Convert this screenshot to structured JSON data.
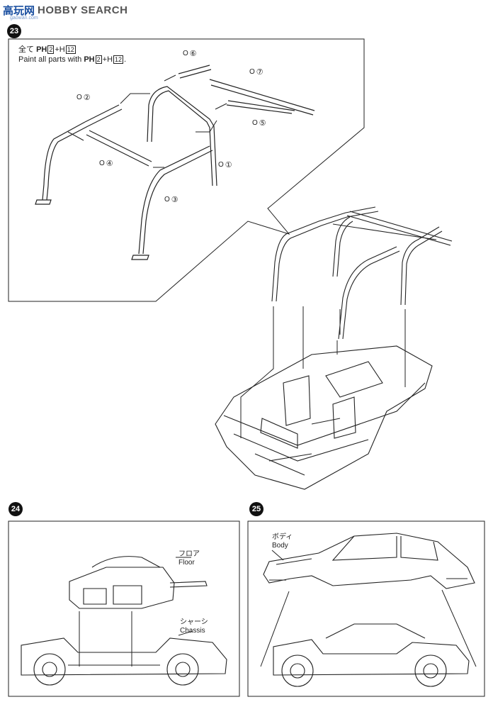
{
  "watermark": {
    "brand_cn": "高玩网",
    "brand_en": "HOBBY SEARCH",
    "url": "gaowan.com"
  },
  "step23": {
    "number": "23",
    "instruction_jp": "全て",
    "instruction_en": "Paint all parts with",
    "paint_prefix": "PH",
    "paint_code_a": "2",
    "paint_join": "+",
    "paint_prefix_b": "H",
    "paint_code_b": "12",
    "parts": [
      {
        "prefix": "O",
        "num": "①"
      },
      {
        "prefix": "O",
        "num": "②"
      },
      {
        "prefix": "O",
        "num": "③"
      },
      {
        "prefix": "O",
        "num": "④"
      },
      {
        "prefix": "O",
        "num": "⑤"
      },
      {
        "prefix": "O",
        "num": "⑥"
      },
      {
        "prefix": "O",
        "num": "⑦"
      }
    ]
  },
  "step24": {
    "number": "24",
    "floor_jp": "フロア",
    "floor_en": "Floor",
    "chassis_jp": "シャーシ",
    "chassis_en": "Chassis"
  },
  "step25": {
    "number": "25",
    "body_jp": "ボディ",
    "body_en": "Body"
  }
}
